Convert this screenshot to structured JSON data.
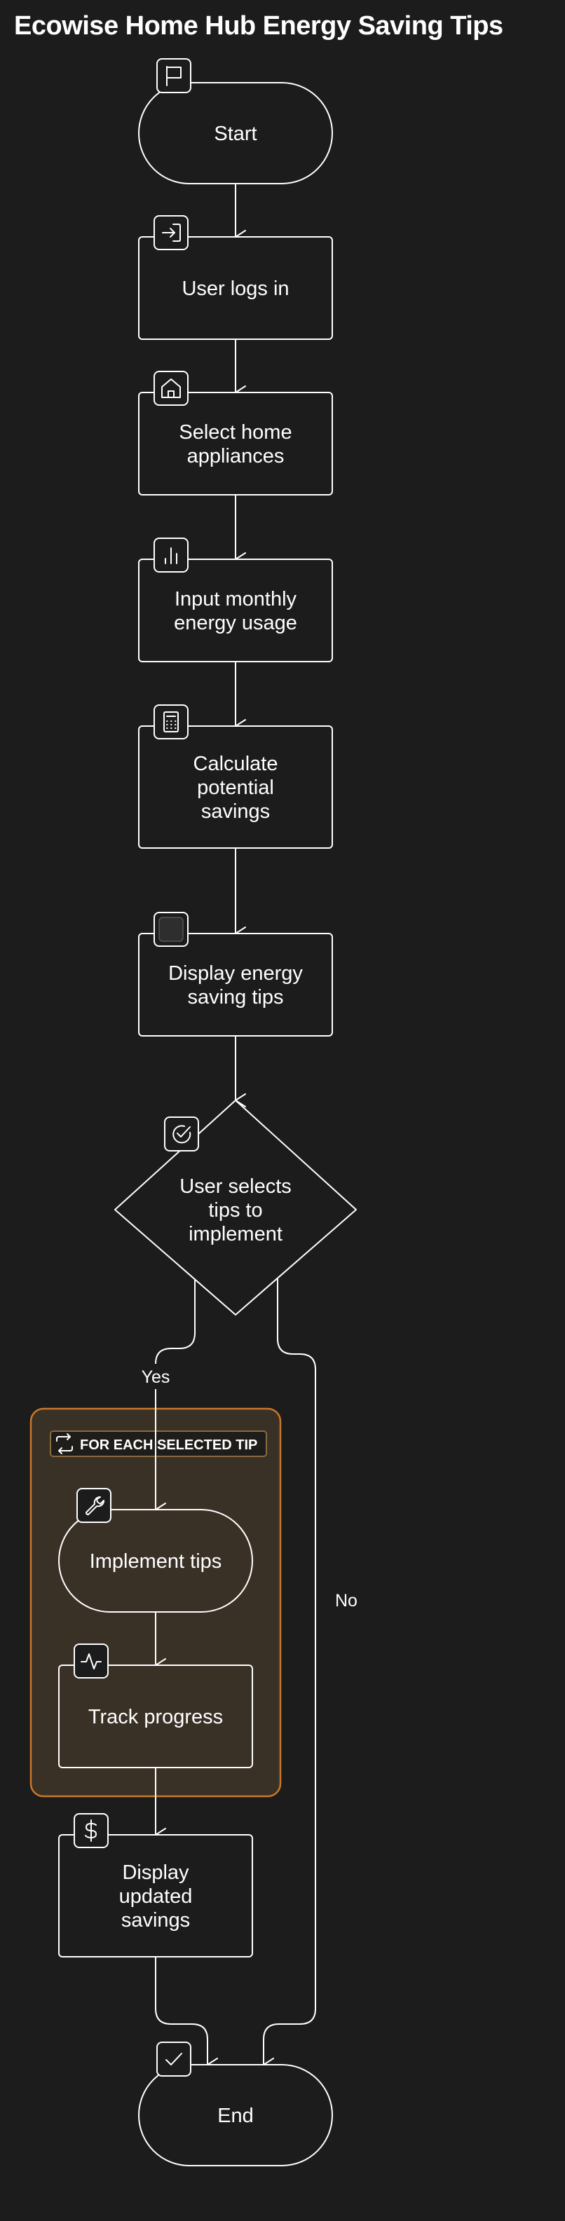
{
  "title": "Ecowise Home Hub Energy Saving Tips",
  "colors": {
    "background": "#1c1c1c",
    "stroke": "#ffffff",
    "loop_fill": "#3a3126",
    "loop_stroke": "#c8782a"
  },
  "loop": {
    "label": "FOR EACH SELECTED TIP"
  },
  "nodes": {
    "start": {
      "lines": [
        "Start"
      ],
      "icon": "flag-icon"
    },
    "login": {
      "lines": [
        "User logs in"
      ],
      "icon": "login-icon"
    },
    "select_appliances": {
      "lines": [
        "Select home",
        "appliances"
      ],
      "icon": "home-icon"
    },
    "input_usage": {
      "lines": [
        "Input monthly",
        "energy usage"
      ],
      "icon": "bar-chart-icon"
    },
    "calculate": {
      "lines": [
        "Calculate",
        "potential",
        "savings"
      ],
      "icon": "calculator-icon"
    },
    "display_tips": {
      "lines": [
        "Display energy",
        "saving tips"
      ],
      "icon": "square-icon"
    },
    "decision": {
      "lines": [
        "User selects",
        "tips to",
        "implement"
      ],
      "icon": "check-circle-icon"
    },
    "implement": {
      "lines": [
        "Implement tips"
      ],
      "icon": "wrench-icon"
    },
    "track": {
      "lines": [
        "Track progress"
      ],
      "icon": "activity-icon"
    },
    "display_savings": {
      "lines": [
        "Display",
        "updated",
        "savings"
      ],
      "icon": "dollar-icon"
    },
    "end": {
      "lines": [
        "End"
      ],
      "icon": "check-icon"
    }
  },
  "edges": {
    "yes_label": "Yes",
    "no_label": "No"
  }
}
